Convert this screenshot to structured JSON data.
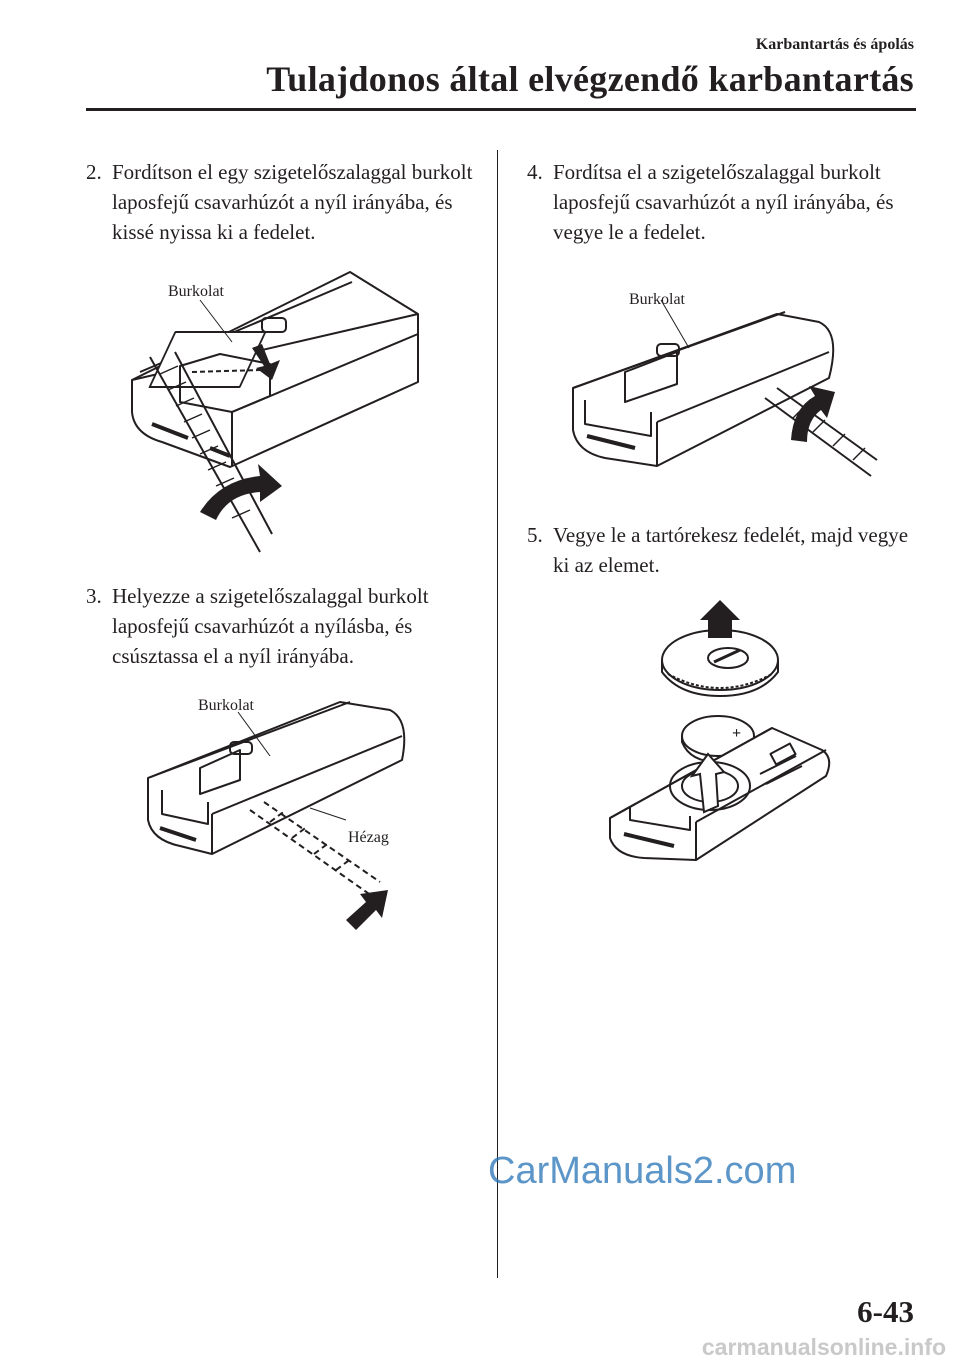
{
  "header": {
    "section_label": "Karbantartás és ápolás",
    "title": "Tulajdonos által elvégzendő karbantartás"
  },
  "steps": [
    {
      "number": "2.",
      "text": "Fordítson el egy szigetelőszalaggal burkolt laposfejű csavarhúzót a nyíl irányába, és kissé nyissa ki a fedelet."
    },
    {
      "number": "3.",
      "text": "Helyezze a szigetelőszalaggal burkolt laposfejű csavarhúzót a nyílásba, és csúsztassa el a nyíl irányába."
    },
    {
      "number": "4.",
      "text": "Fordítsa el a szigetelőszalaggal burkolt laposfejű csavarhúzót a nyíl irányába, és vegye le a fedelet."
    },
    {
      "number": "5.",
      "text": "Vegye le a tartórekesz fedelét, majd vegye ki az elemet."
    }
  ],
  "figures": {
    "fig2": {
      "callout": "Burkolat"
    },
    "fig3": {
      "callout_cover": "Burkolat",
      "callout_gap": "Hézag"
    },
    "fig4": {
      "callout": "Burkolat"
    },
    "fig5": {
      "battery_mark": "+"
    }
  },
  "footer": {
    "page_number": "6-43",
    "watermark": "CarManuals2.com",
    "site": "carmanualsonline.info"
  }
}
